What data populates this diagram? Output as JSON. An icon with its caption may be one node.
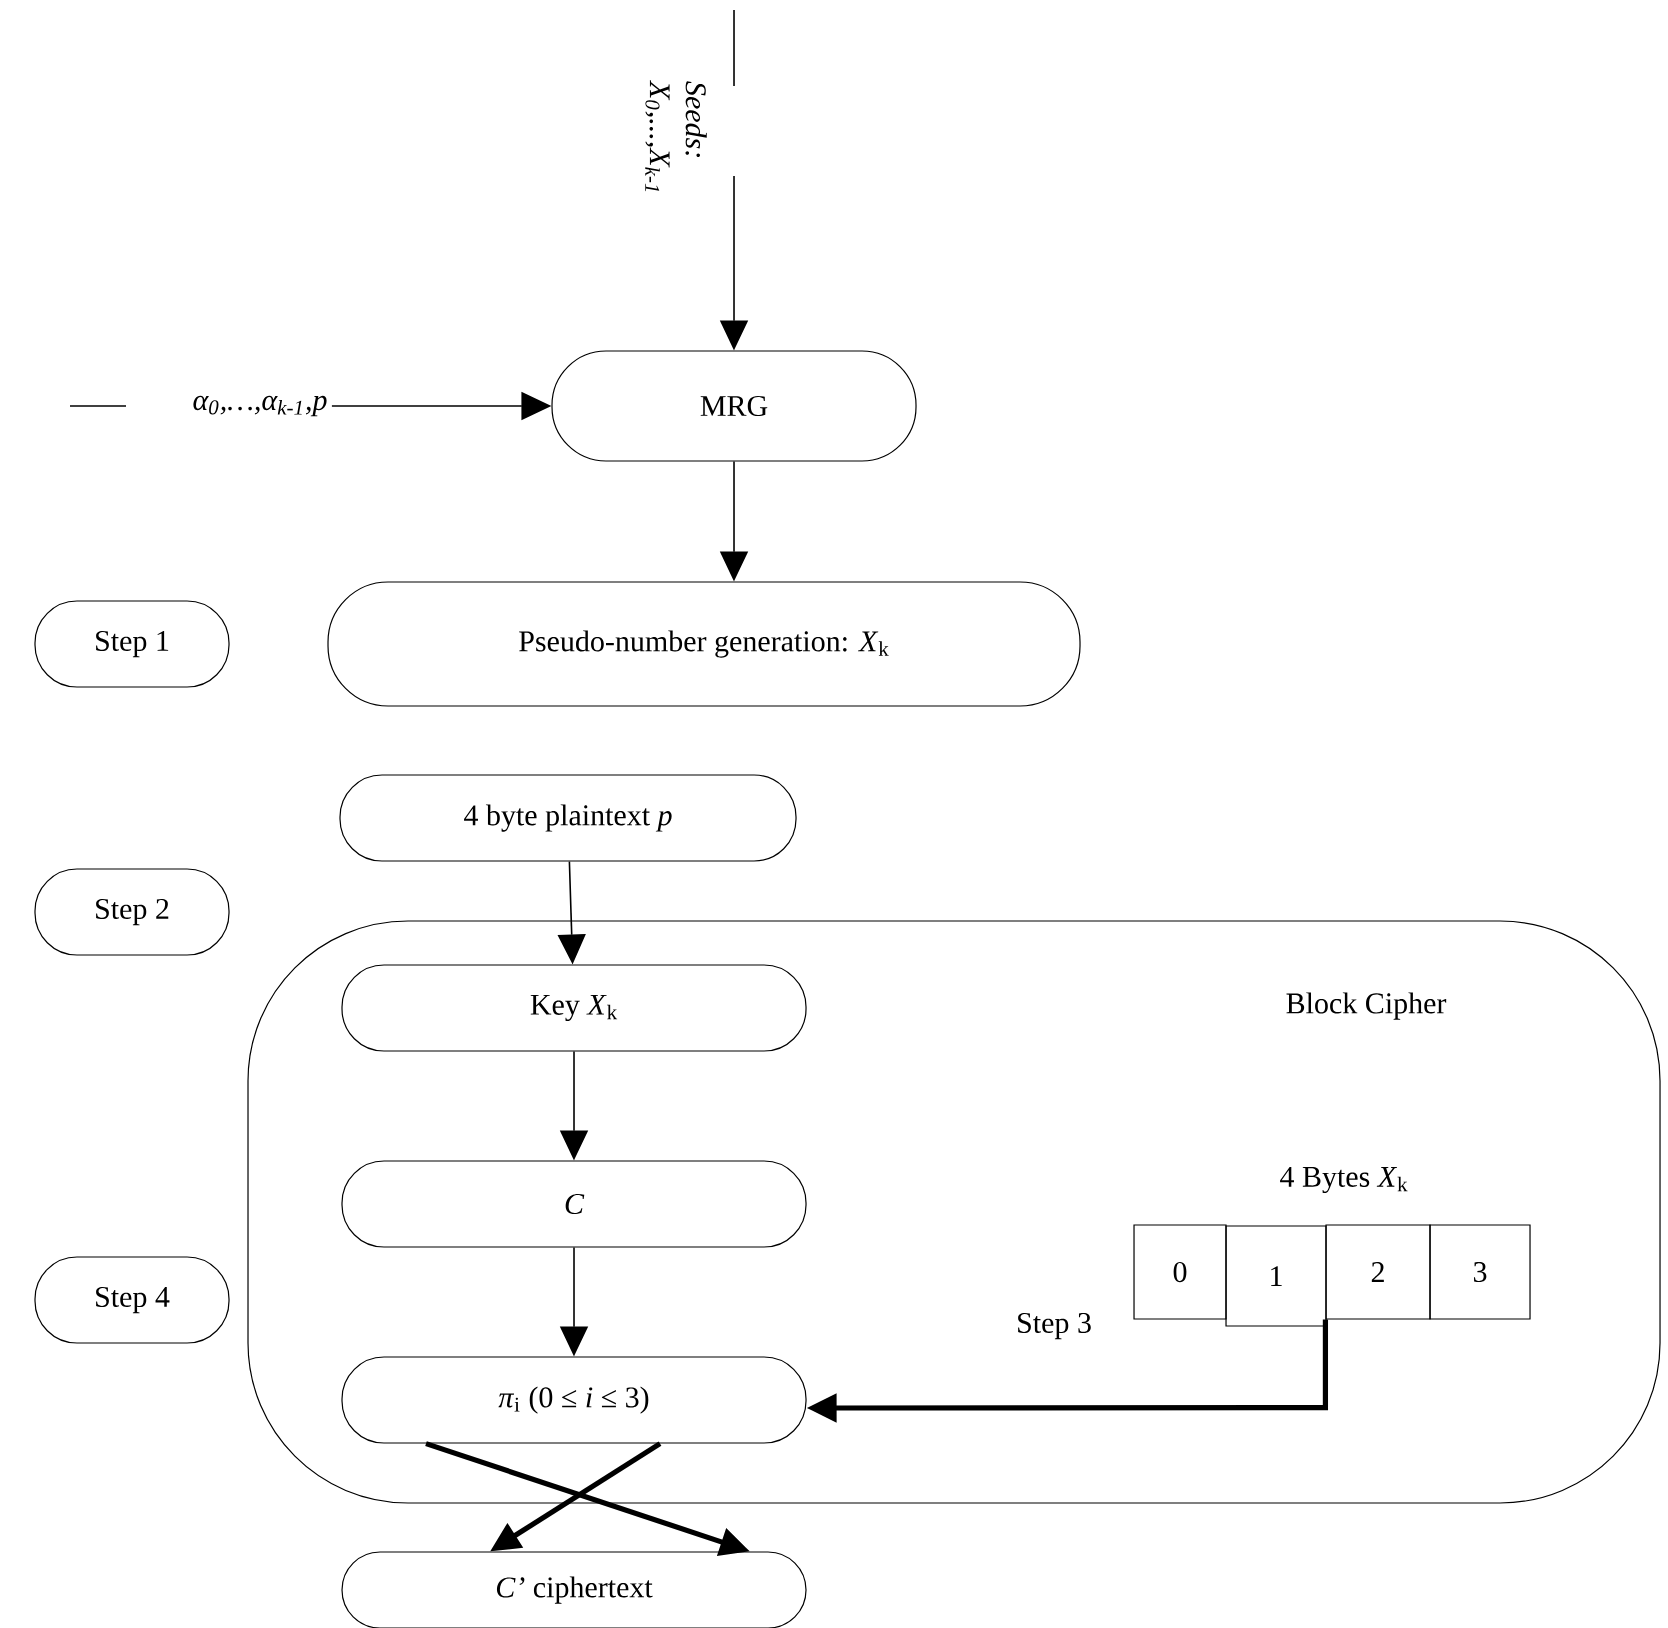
{
  "diagram": {
    "nodes": [
      {
        "text": [
          "Seeds: X$_{0}$,...,X$_{k-1}$"
        ]
      },
      {
        "text": [
          "α$_{0}$,…,α$_{k-1}$,p"
        ]
      },
      {
        "text": [
          "MRG"
        ]
      },
      {
        "text": [
          "Step 1"
        ]
      },
      {
        "text": [
          "Pseudo-number generation: *X*$_{k}$"
        ]
      },
      {
        "text": [
          "4 byte plaintext *p*"
        ]
      },
      {
        "text": [
          "Step 2"
        ]
      },
      {
        "text": [
          "Block Cipher"
        ]
      },
      {
        "text": [
          "Key *X*$_{k}$"
        ],
        "in": 7
      },
      {
        "text": [
          "C"
        ],
        "in": 7
      },
      {
        "text": [
          "*π*$_{i}$ (0  ≤ *i* ≤ 3)"
        ],
        "in": 7
      },
      {
        "text": [
          "0"
        ],
        "in": 7
      },
      {
        "text": [
          "1"
        ],
        "in": 7
      },
      {
        "text": [
          "2"
        ],
        "in": 7
      },
      {
        "text": [
          "3"
        ],
        "in": 7
      },
      {
        "text": [
          "Step 4"
        ]
      },
      {
        "text": [
          "*C’* ciphertext"
        ]
      }
    ],
    "edges": [
      {
        "from": 0,
        "to": 2,
        "arrow": "to"
      },
      {
        "from": 1,
        "to": 2,
        "arrow": "to"
      },
      {
        "from": 2,
        "to": 4,
        "arrow": "to"
      },
      {
        "from": 5,
        "to": 8,
        "arrow": "to"
      },
      {
        "from": 8,
        "to": 9,
        "arrow": "to"
      },
      {
        "from": 9,
        "to": 10,
        "arrow": "to"
      },
      {
        "from": 13,
        "to": 10,
        "arrow": "to",
        "label": "Step 3",
        "style": "thick"
      },
      {
        "from": 10,
        "to": 16,
        "arrow": "to",
        "style": "thick"
      },
      {
        "from": 10,
        "to": 16,
        "arrow": "to",
        "style": "thick"
      }
    ],
    "labels": [
      "4 Bytes *X*$_{k}$"
    ]
  }
}
